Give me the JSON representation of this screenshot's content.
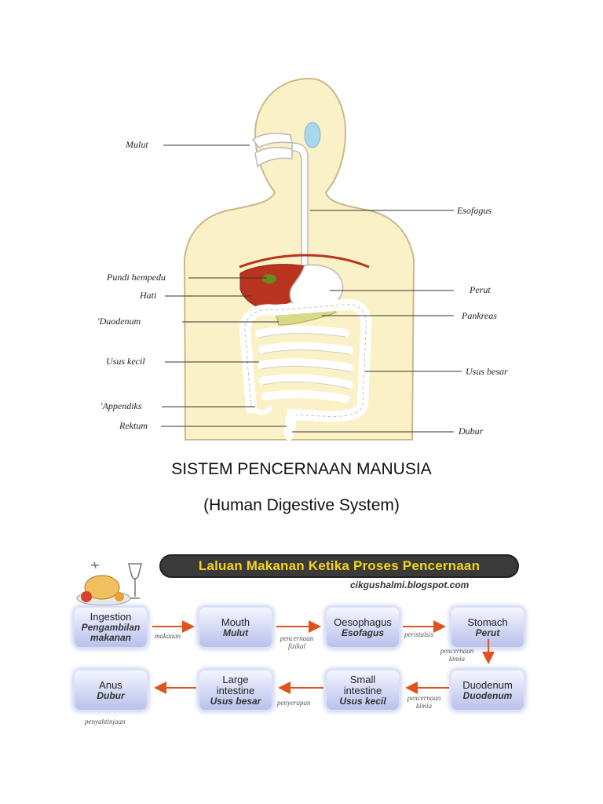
{
  "anatomy": {
    "labels": {
      "mulut": "Mulut",
      "esofagus": "Esofagus",
      "pundi_hempedu": "Pundi hempedu",
      "hati": "Hati",
      "duodenum": "'Duodenum",
      "perut": "Perut",
      "pankreas": "Pankreas",
      "usus_kecil": "Usus kecil",
      "usus_besar": "Usus besar",
      "appendiks": "'Appendiks",
      "rektum": "Rektum",
      "dubur": "Dubur"
    },
    "colors": {
      "skin": "#fbf1c6",
      "outline": "#c9b98a",
      "liver": "#b8341f",
      "organs": "#ffffff",
      "gallbladder": "#6b8a1e",
      "pancreas": "#d9d98a",
      "mouth": "#a8d8ee"
    }
  },
  "captions": {
    "title": "SISTEM PENCERNAAN MANUSIA",
    "subtitle": "(Human Digestive System)"
  },
  "flow": {
    "banner": "Laluan Makanan Ketika Proses Pencernaan",
    "blog": "cikgushalmi.blogspot.com",
    "boxes": {
      "ingestion": {
        "en": "Ingestion",
        "ms": "Pengambilan makanan"
      },
      "mouth": {
        "en": "Mouth",
        "ms": "Mulut"
      },
      "oesophagus": {
        "en": "Oesophagus",
        "ms": "Esofagus"
      },
      "stomach": {
        "en": "Stomach",
        "ms": "Perut"
      },
      "duodenum": {
        "en": "Duodenum",
        "ms": "Duodenum"
      },
      "small_intestine": {
        "en": "Small intestine",
        "ms": "Usus kecil"
      },
      "large_intestine": {
        "en": "Large intestine",
        "ms": "Usus besar"
      },
      "anus": {
        "en": "Anus",
        "ms": "Dubur"
      }
    },
    "edges": {
      "makanan": "makanan",
      "pencernaan_fizikal": "pencernaan fizikal",
      "peristalsis": "peristalsis",
      "pencernaan_kimia_1": "pencernaan kimia",
      "pencernaan_kimia_2": "pencernaan kimia",
      "penyerapan": "penyerapan",
      "penyahtinjaan": "penyahtinjaan"
    },
    "arrow_color": "#e0531f"
  }
}
